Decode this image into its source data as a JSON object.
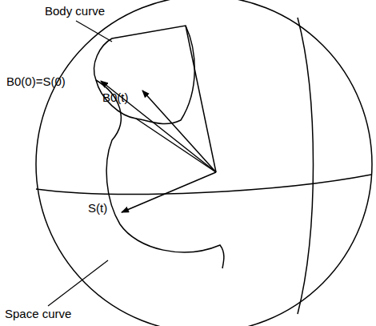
{
  "diagram": {
    "labels": [
      "Body curve",
      "B0(0)=S(0)",
      "B0(t)",
      "S(t)",
      "Space curve"
    ]
  }
}
